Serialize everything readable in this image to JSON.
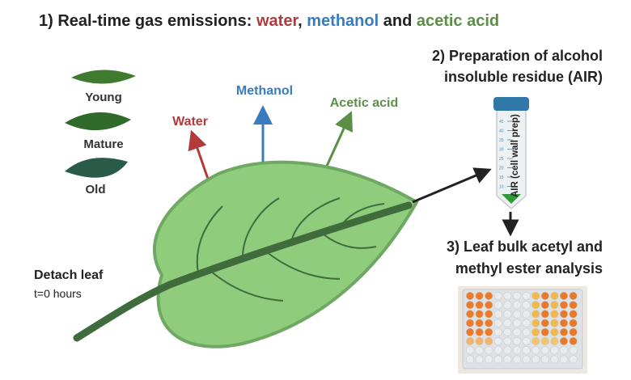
{
  "title": {
    "prefix": "1) Real-time gas emissions: ",
    "water": "water",
    "sep1": ", ",
    "methanol": "methanol",
    "sep2": " and ",
    "acetic": "acetic acid"
  },
  "leaf_ages": [
    "Young",
    "Mature",
    "Old"
  ],
  "emissions": {
    "water": "Water",
    "methanol": "Methanol",
    "acetic": "Acetic acid"
  },
  "detach": {
    "label": "Detach leaf",
    "time": "t=0 hours"
  },
  "step2": {
    "line1": "2) Preparation of alcohol",
    "line2": "insoluble residue (AIR)"
  },
  "tube": {
    "label": "AIR (cell wall prep)",
    "ticks": [
      "45",
      "40",
      "35",
      "30",
      "25",
      "20",
      "15",
      "10"
    ]
  },
  "step3": {
    "line1": "3) Leaf bulk acetyl and",
    "line2": "methyl ester analysis"
  },
  "colors": {
    "water": "#b3393a",
    "methanol": "#3a7bbf",
    "acetic": "#5b8e47",
    "leaf": "#8fcd7d",
    "leaf_dark": "#3f6b3d",
    "cap": "#2f78a8"
  }
}
